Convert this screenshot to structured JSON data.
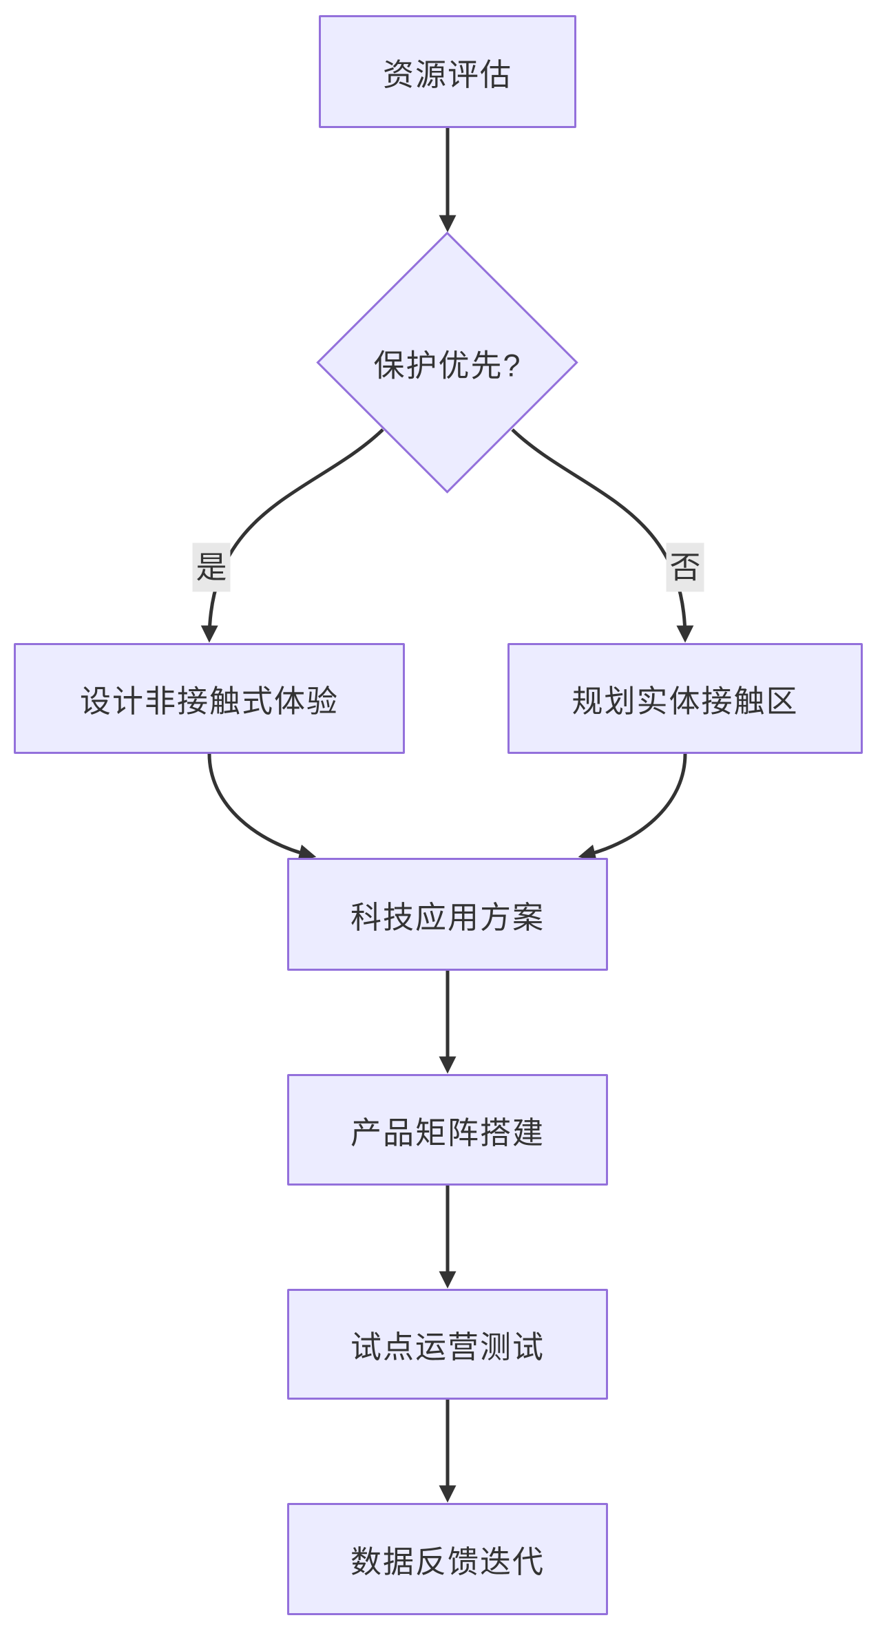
{
  "flowchart": {
    "nodes": {
      "resource": "资源评估",
      "decision": "保护优先?",
      "design": "设计非接触式体验",
      "plan": "规划实体接触区",
      "tech": "科技应用方案",
      "product": "产品矩阵搭建",
      "pilot": "试点运营测试",
      "data": "数据反馈迭代"
    },
    "edge_labels": {
      "yes": "是",
      "no": "否"
    },
    "colors": {
      "node_fill": "#ECECFF",
      "node_border": "#9370DB",
      "edge": "#333333",
      "text": "#333333",
      "edge_label_bg": "#e8e8e8",
      "background": "#ffffff"
    }
  }
}
